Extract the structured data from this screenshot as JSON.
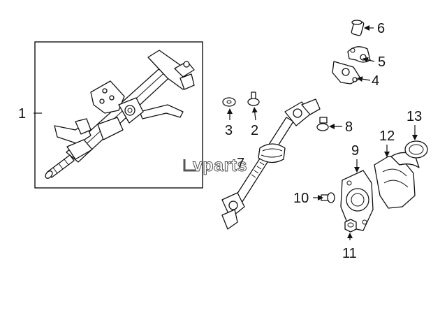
{
  "watermark": "vparts",
  "colors": {
    "ink": "#111111",
    "background": "#ffffff",
    "watermark_outline": "#555555"
  },
  "callouts": [
    {
      "id": "1",
      "text": "1"
    },
    {
      "id": "2",
      "text": "2"
    },
    {
      "id": "3",
      "text": "3"
    },
    {
      "id": "4",
      "text": "4"
    },
    {
      "id": "5",
      "text": "5"
    },
    {
      "id": "6",
      "text": "6"
    },
    {
      "id": "7",
      "text": "7"
    },
    {
      "id": "8",
      "text": "8"
    },
    {
      "id": "9",
      "text": "9"
    },
    {
      "id": "10",
      "text": "10"
    },
    {
      "id": "11",
      "text": "11"
    },
    {
      "id": "12",
      "text": "12"
    },
    {
      "id": "13",
      "text": "13"
    }
  ]
}
